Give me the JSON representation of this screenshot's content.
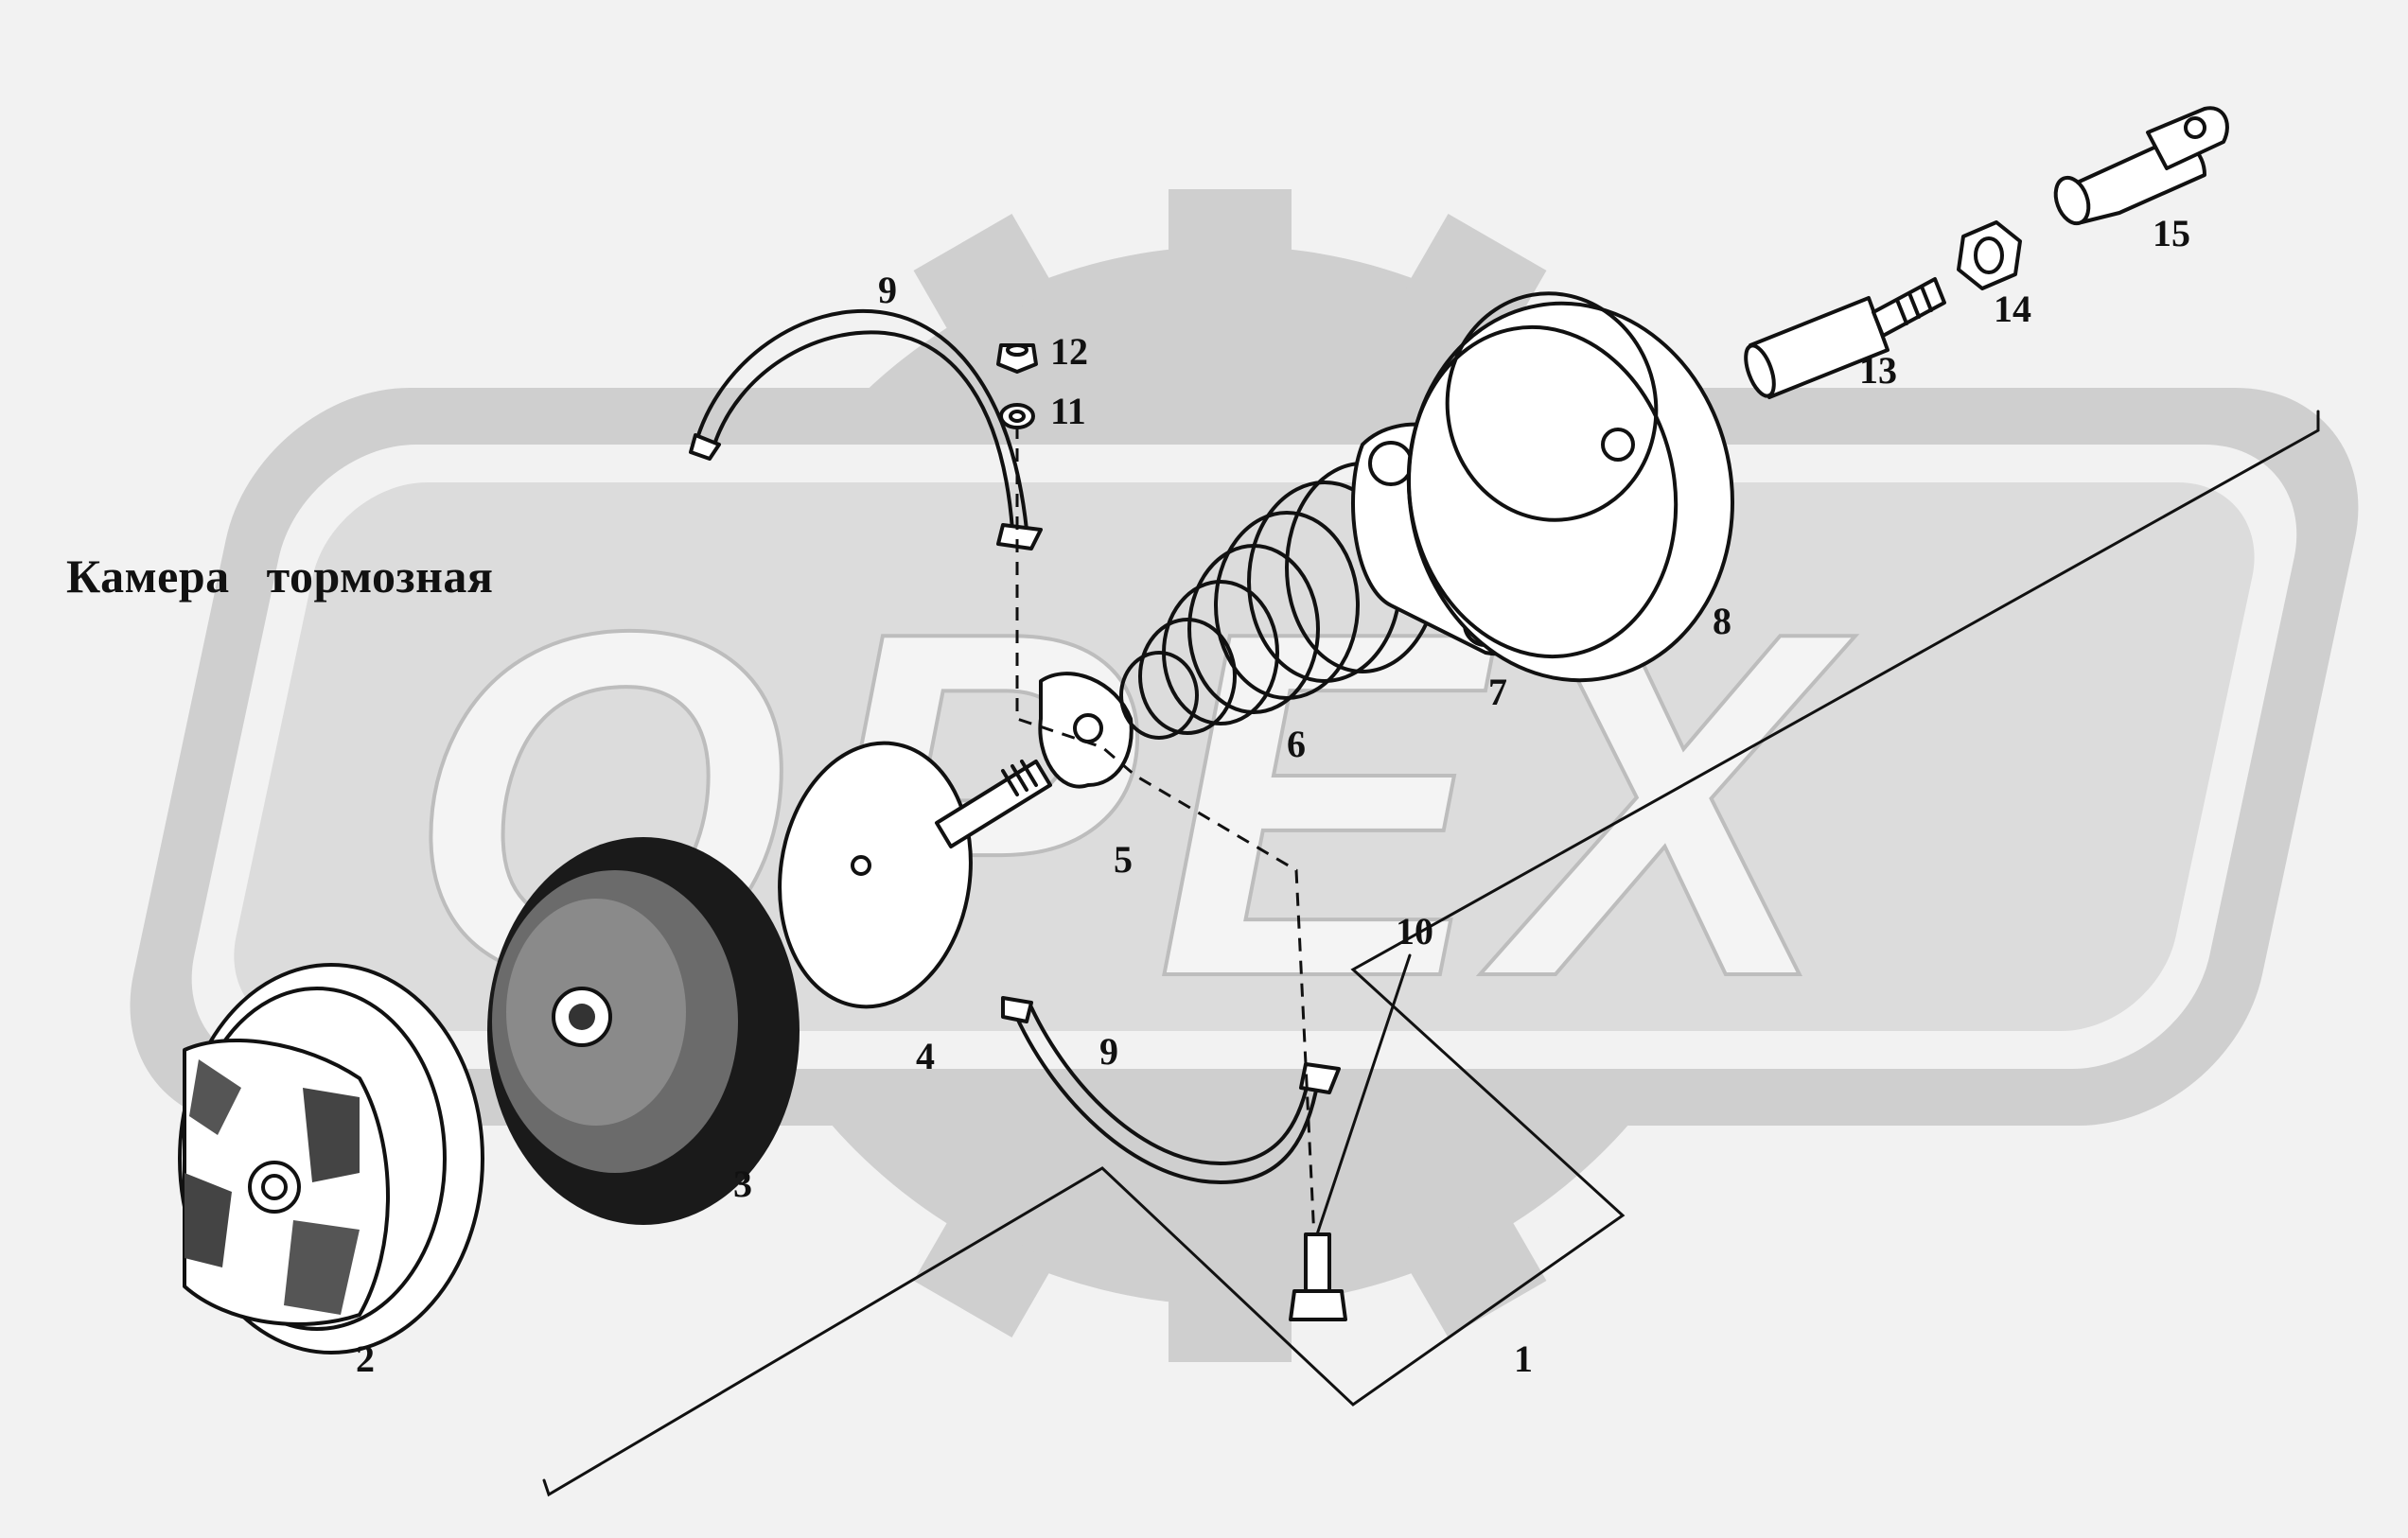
{
  "title": "Камера   тормозная",
  "watermark": {
    "text": "OPEX",
    "color": "#c8c8c8"
  },
  "colors": {
    "background": "#f2f2f2",
    "ink": "#111111",
    "watermark": "#cfcfcf"
  },
  "parts": [
    {
      "id": "1",
      "label": "1",
      "name": "assembly"
    },
    {
      "id": "2",
      "label": "2",
      "name": "rear-cover"
    },
    {
      "id": "3",
      "label": "3",
      "name": "diaphragm"
    },
    {
      "id": "4",
      "label": "4",
      "name": "push-plate"
    },
    {
      "id": "5",
      "label": "5",
      "name": "retainer"
    },
    {
      "id": "6",
      "label": "6",
      "name": "return-spring"
    },
    {
      "id": "7",
      "label": "7",
      "name": "flange"
    },
    {
      "id": "8",
      "label": "8",
      "name": "front-housing"
    },
    {
      "id": "9a",
      "label": "9",
      "name": "clamp-upper"
    },
    {
      "id": "9b",
      "label": "9",
      "name": "clamp-lower"
    },
    {
      "id": "10",
      "label": "10",
      "name": "bolt"
    },
    {
      "id": "11",
      "label": "11",
      "name": "washer"
    },
    {
      "id": "12",
      "label": "12",
      "name": "nut-small"
    },
    {
      "id": "13",
      "label": "13",
      "name": "threaded-sleeve"
    },
    {
      "id": "14",
      "label": "14",
      "name": "nut"
    },
    {
      "id": "15",
      "label": "15",
      "name": "fork"
    }
  ]
}
